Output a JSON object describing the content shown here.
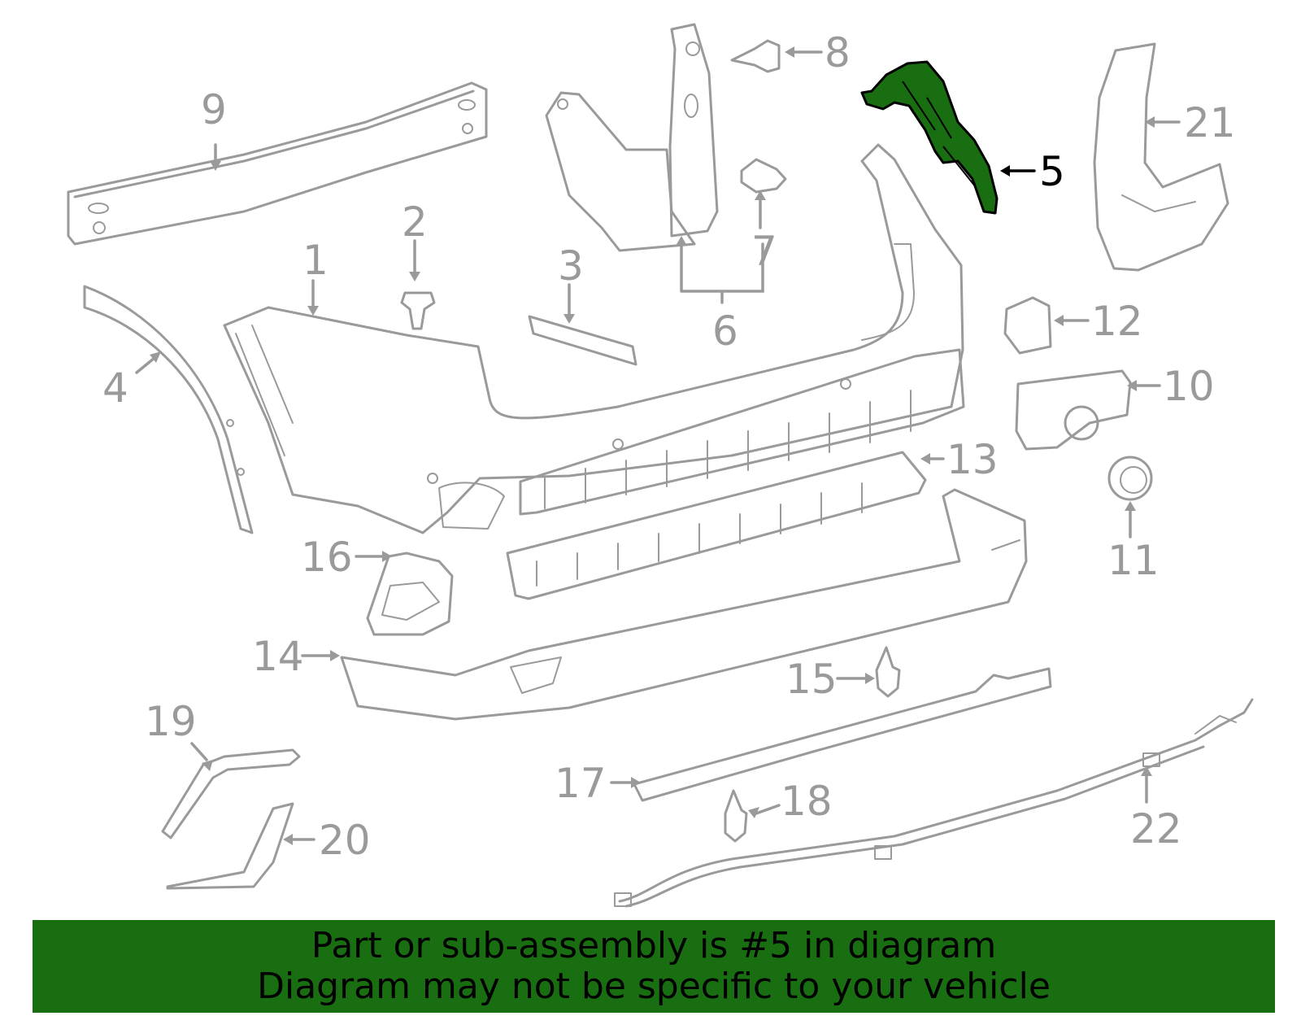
{
  "diagram": {
    "highlight_color": "#1a6e12",
    "line_color": "#9a9a9a",
    "highlighted_part": "5",
    "callouts": [
      "1",
      "2",
      "3",
      "4",
      "5",
      "6",
      "7",
      "8",
      "9",
      "10",
      "11",
      "12",
      "13",
      "14",
      "15",
      "16",
      "17",
      "18",
      "19",
      "20",
      "21",
      "22"
    ]
  },
  "banner": {
    "line1": "Part or sub-assembly is #5 in diagram",
    "line2": "Diagram may not be specific to your vehicle",
    "background": "#1a6e12"
  }
}
